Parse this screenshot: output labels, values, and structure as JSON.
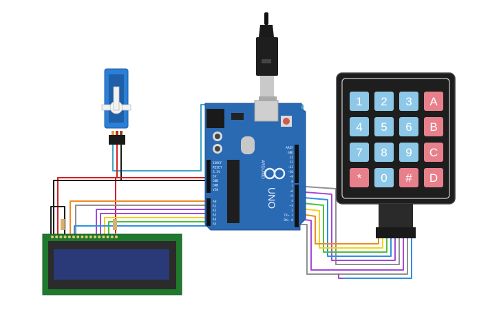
{
  "board": {
    "brand": "ARDUINO",
    "model": "UNO",
    "power_pins": [
      "IOREF",
      "RESET",
      "3.3V",
      "5V",
      "GND",
      "GND",
      "VIN"
    ],
    "analog_pins": [
      "A0",
      "A1",
      "A2",
      "A3",
      "A4",
      "A5"
    ],
    "digital_pins": [
      "AREF",
      "GND",
      "13",
      "12",
      "~11",
      "~10",
      "~9",
      "8",
      "7",
      "~6",
      "~5",
      "4",
      "~3",
      "2",
      "TX→ 1",
      "RX← 0"
    ]
  },
  "keypad": {
    "keys": [
      "1",
      "2",
      "3",
      "A",
      "4",
      "5",
      "6",
      "B",
      "7",
      "8",
      "9",
      "C",
      "*",
      "0",
      "#",
      "D"
    ],
    "colors": {
      "digit": "#8ec8e8",
      "letter": "#e8808c",
      "body": "#1e1e1e"
    }
  },
  "colors": {
    "board": "#2a6ab3",
    "lcd_board": "#1f7a2e",
    "lcd_screen": "#2a3a78",
    "servo": "#2b7fd6",
    "wires": [
      "#f28a1e",
      "#f2d21e",
      "#4cbf3a",
      "#2f8fe0",
      "#a04ad8",
      "#909090",
      "#d02020",
      "#1a1a1a",
      "#3da3c8"
    ]
  }
}
